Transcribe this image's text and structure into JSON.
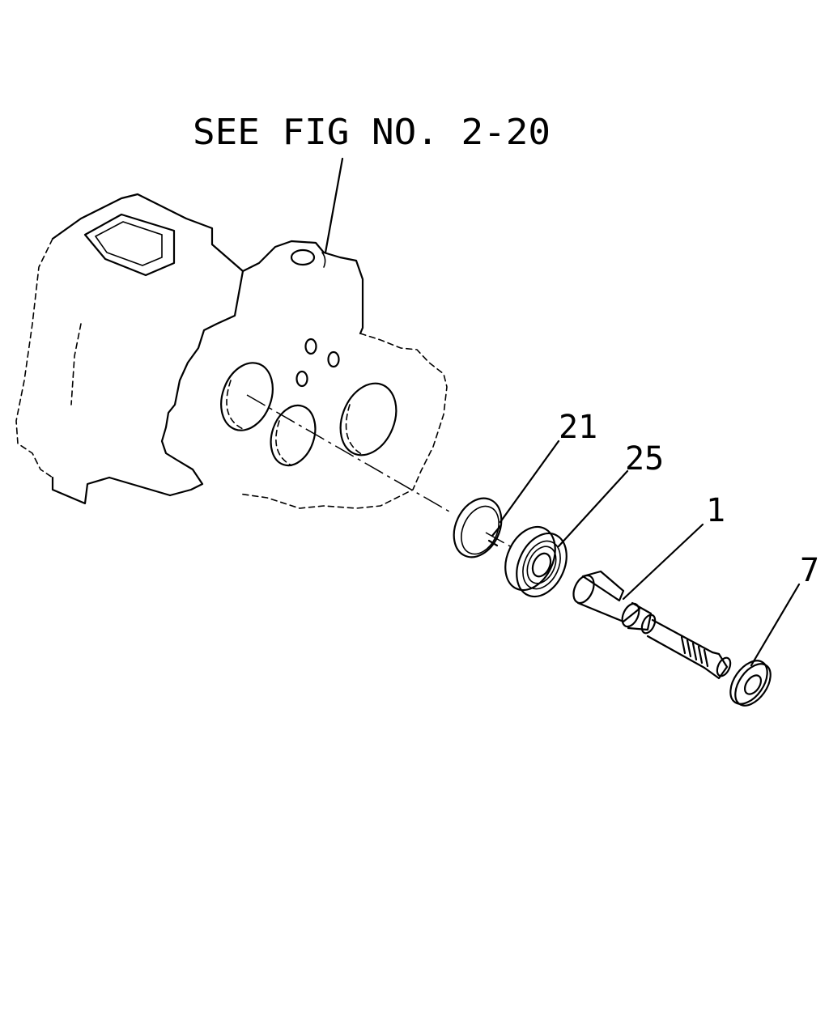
{
  "figure": {
    "reference_text": "SEE FIG NO. 2-20",
    "callouts": [
      {
        "id": "part-21",
        "label": "21"
      },
      {
        "id": "part-25",
        "label": "25"
      },
      {
        "id": "part-1",
        "label": "1"
      },
      {
        "id": "part-7",
        "label": "7"
      }
    ]
  }
}
